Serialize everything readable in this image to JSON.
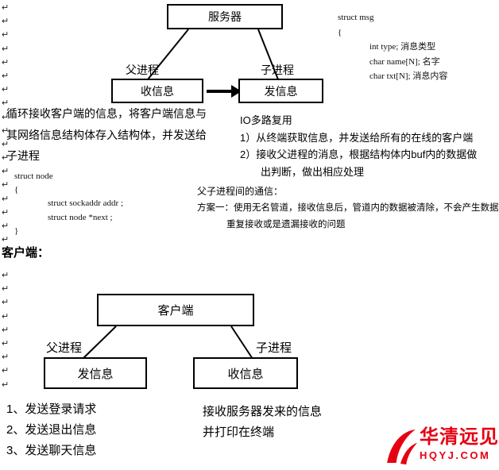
{
  "colors": {
    "logo_red": "#e60012",
    "diagram_line": "#000000"
  },
  "formatting_marks": {
    "glyph": "↵",
    "top_count": 18,
    "bottom_count": 9
  },
  "server_diagram": {
    "server_box_label": "服务器",
    "parent_process_label": "父进程",
    "child_process_label": "子进程",
    "receive_box_label": "收信息",
    "send_box_label": "发信息"
  },
  "parent_process_note": {
    "lines": [
      "循环接收客户端的信息，将客户端信息与",
      "其网络信息结构体存入结构体，并发送给",
      "子进程"
    ]
  },
  "struct_msg": {
    "lines": [
      "struct msg",
      "{",
      "int type; 消息类型",
      "char name[N]; 名字",
      "char txt[N]; 消息内容"
    ]
  },
  "io_multiplex": {
    "lines": [
      "IO多路复用",
      "1）从终端获取信息，并发送给所有的在线的客户端",
      "2）接收父进程的消息，根据结构体内buf内的数据做",
      "出判断，做出相应处理"
    ]
  },
  "struct_node": {
    "lines": [
      "struct node",
      "{",
      "struct sockaddr addr ;",
      "struct node *next ;",
      "}"
    ]
  },
  "ipc_note": {
    "lines": [
      "父子进程间的通信：",
      "方案一：使用无名管道，接收信息后，管道内的数据被清除，不会产生数据",
      "重复接收或是遗漏接收的问题"
    ]
  },
  "client_section": {
    "heading": "客户端：",
    "client_box_label": "客户端",
    "parent_process_label": "父进程",
    "child_process_label": "子进程",
    "send_box_label": "发信息",
    "receive_box_label": "收信息",
    "send_tasks": [
      "1、发送登录请求",
      "2、发送退出信息",
      "3、发送聊天信息"
    ],
    "receive_note": [
      "接收服务器发来的信息",
      "并打印在终端"
    ]
  },
  "logo": {
    "brand": "华清远见",
    "domain": "HQYJ.COM"
  }
}
